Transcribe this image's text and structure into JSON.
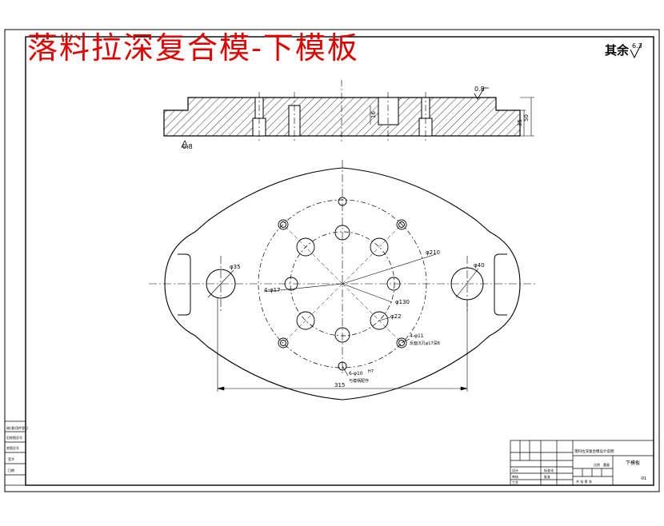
{
  "drawing": {
    "title": "落料拉深复合模-下模板",
    "sheet_number": "1",
    "roughness_default": "其余",
    "roughness_default_value": "6.3"
  },
  "section_view": {
    "roughness_top": "0.8",
    "roughness_bottom": "0.8",
    "dim_thickness_inner": "35",
    "dim_thickness_outer": "50",
    "dim_inner_small": "16"
  },
  "plan_view": {
    "dia_pitch_circle_large": "φ210",
    "dia_pitch_circle_small": "φ130",
    "dia_left_hole": "φ35",
    "dia_right_hole": "φ40",
    "dia_center_holes": "φ22",
    "hole_note_left": "4-φ17",
    "hole_note_right": "4-φ11",
    "hole_note_right_sub": "反面沉孔φ17深8",
    "hole_note_bottom": "6-φ10",
    "hole_note_bottom_sup": "H7",
    "hole_note_bottom_sub": "与模柄配作",
    "dim_overall_width": "315"
  },
  "title_block": {
    "org_text": "落料拉深复合模设计说明",
    "part_name": "下模板",
    "drawing_code": "-01",
    "label_design": "设计",
    "label_check": "审核",
    "label_process": "工艺",
    "label_approve": "批准",
    "label_standard": "标准化",
    "label_scale": "比例",
    "label_weight": "重量",
    "label_sheet": "共 张 第 张"
  },
  "left_strip": {
    "row1": "借(通)用件登记",
    "row2": "旧底图总号",
    "row3": "底图总号",
    "row4": "签字",
    "row5": "日期"
  }
}
